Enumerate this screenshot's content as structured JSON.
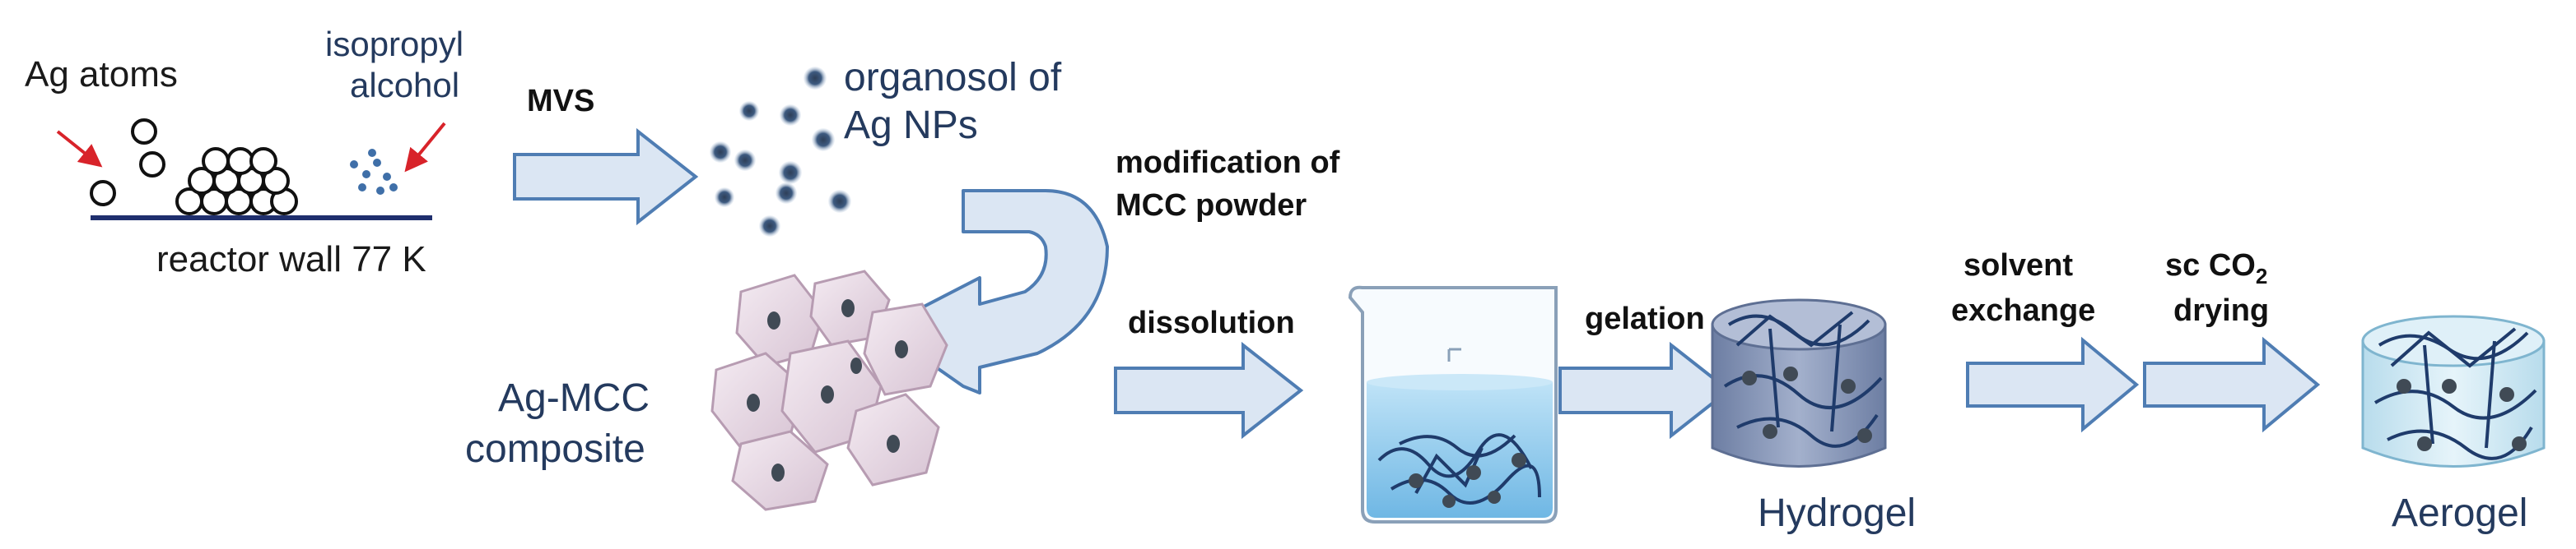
{
  "labels": {
    "ag_atoms": "Ag atoms",
    "isopropyl": "isopropyl",
    "alcohol": "alcohol",
    "reactor_wall": "reactor wall 77 K",
    "mvs": "MVS",
    "organosol_line1": "organosol of",
    "organosol_line2": "Ag NPs",
    "modification_line1": "modification of",
    "modification_line2": "MCC powder",
    "ag_mcc_line1": "Ag-MCC",
    "ag_mcc_line2": "composite",
    "dissolution": "dissolution",
    "gelation": "gelation",
    "solvent_line1": "solvent",
    "solvent_line2": "exchange",
    "sc_co2_prefix": "sc CO",
    "sc_co2_sub": "2",
    "drying": "drying",
    "hydrogel": "Hydrogel",
    "aerogel": "Aerogel"
  },
  "colors": {
    "arrow_fill": "#dbe6f3",
    "arrow_stroke": "#4f7db3",
    "droplet": "#3f6fa8",
    "liquid": "#9fd0ee",
    "hydrogel": "#8a99b8",
    "aerogel": "#cfe8f3",
    "mcc_particle": "#e9dbe6",
    "arrow_red": "#d8232a",
    "np_dark": "#404a55",
    "fiber": "#1f3b6b"
  }
}
